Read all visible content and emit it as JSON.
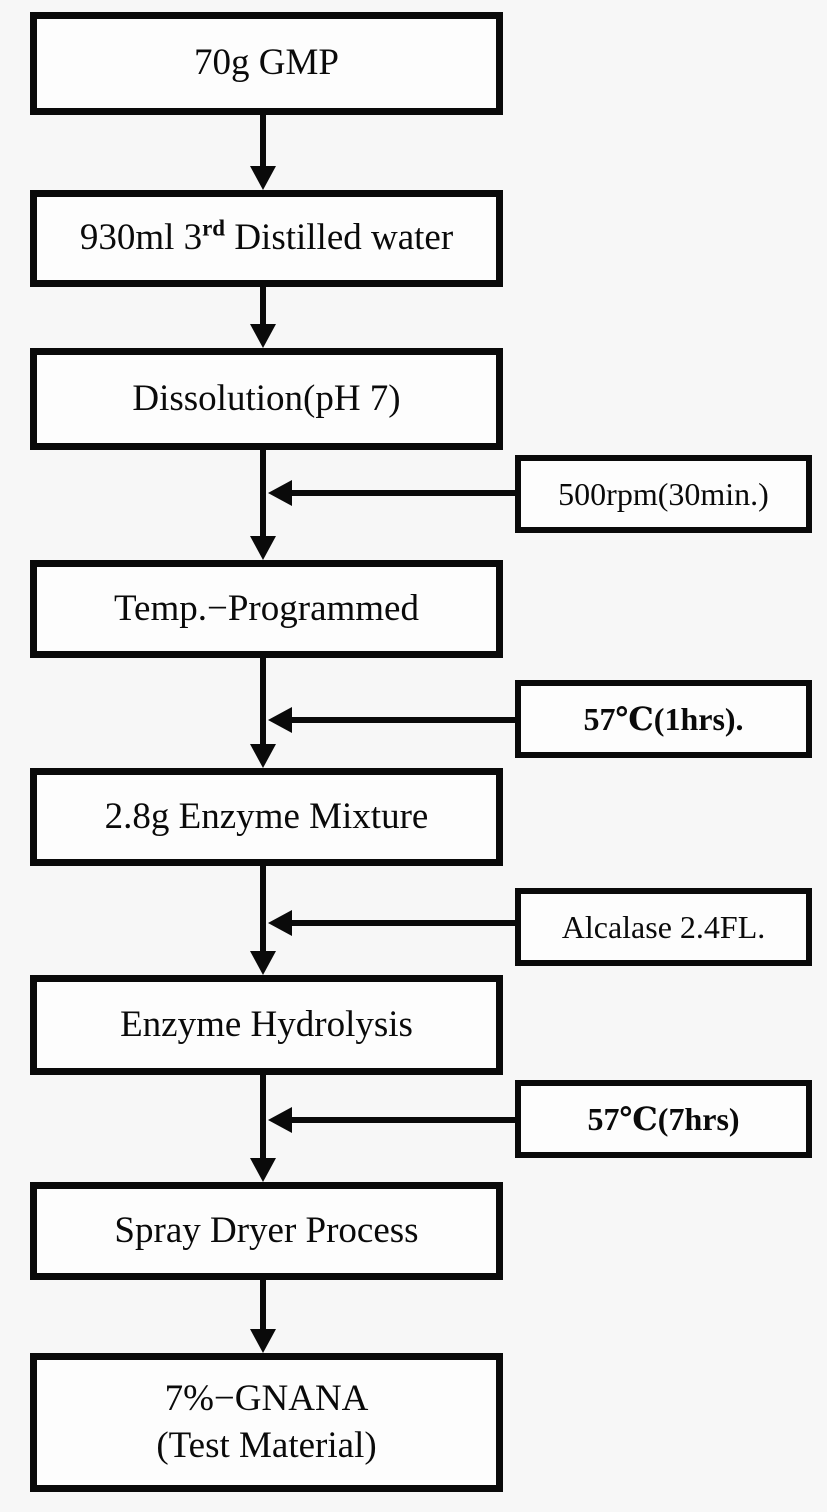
{
  "flow": {
    "steps": [
      {
        "label": "70g GMP"
      },
      {
        "label_pre": "930ml 3",
        "label_sup": "rd",
        "label_post": " Distilled water"
      },
      {
        "label": "Dissolution(pH 7)"
      },
      {
        "label": "Temp.−Programmed"
      },
      {
        "label": "2.8g Enzyme Mixture"
      },
      {
        "label": "Enzyme Hydrolysis"
      },
      {
        "label": "Spray Dryer Process"
      },
      {
        "label_line1": "7%−GNANA",
        "label_line2": "(Test Material)"
      }
    ],
    "annotations": [
      {
        "label": "500rpm(30min.)"
      },
      {
        "label": "57℃(1hrs)."
      },
      {
        "label": "Alcalase 2.4FL."
      },
      {
        "label": "57℃(7hrs)"
      }
    ],
    "colors": {
      "ink": "#0a0a0a",
      "box_fill": "#fdfdfd",
      "background": "#f7f7f7"
    }
  }
}
